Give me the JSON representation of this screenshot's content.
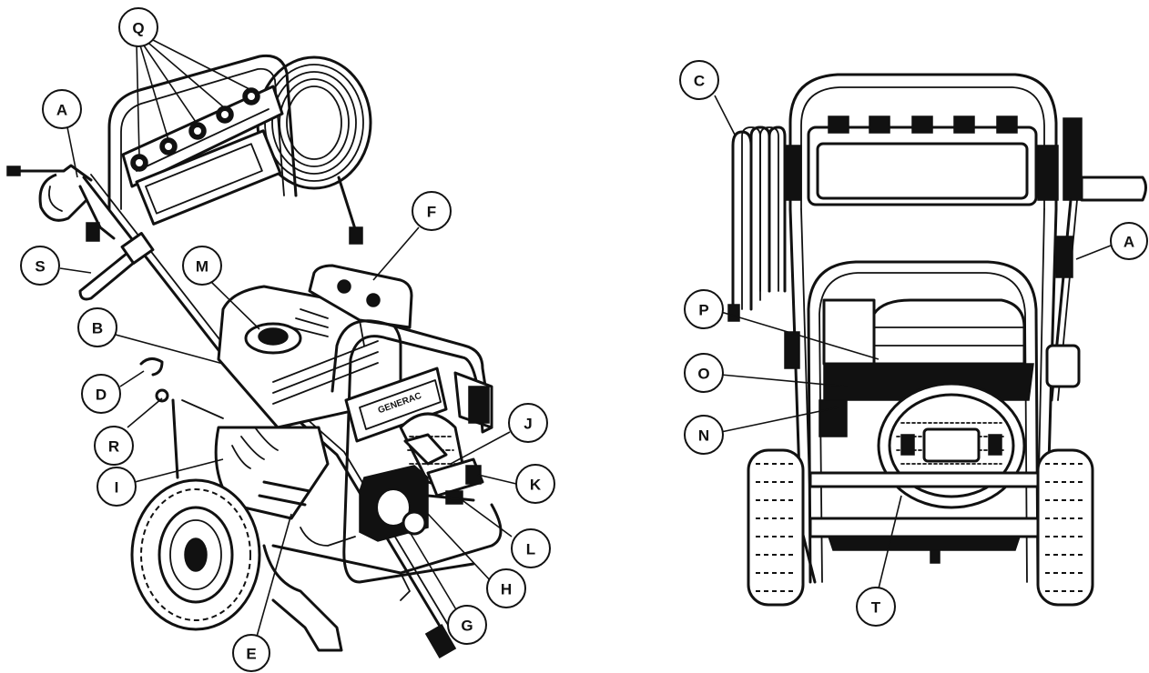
{
  "views": {
    "left": {
      "callouts": [
        {
          "id": "Q",
          "label": "Q"
        },
        {
          "id": "A",
          "label": "A"
        },
        {
          "id": "S",
          "label": "S"
        },
        {
          "id": "M",
          "label": "M"
        },
        {
          "id": "F",
          "label": "F"
        },
        {
          "id": "B",
          "label": "B"
        },
        {
          "id": "D",
          "label": "D"
        },
        {
          "id": "R",
          "label": "R"
        },
        {
          "id": "I",
          "label": "I"
        },
        {
          "id": "J",
          "label": "J"
        },
        {
          "id": "K",
          "label": "K"
        },
        {
          "id": "L",
          "label": "L"
        },
        {
          "id": "H",
          "label": "H"
        },
        {
          "id": "G",
          "label": "G"
        },
        {
          "id": "E",
          "label": "E"
        }
      ],
      "brand_text": "GENERAC"
    },
    "right": {
      "callouts": [
        {
          "id": "C",
          "label": "C"
        },
        {
          "id": "A2",
          "label": "A"
        },
        {
          "id": "P",
          "label": "P"
        },
        {
          "id": "O",
          "label": "O"
        },
        {
          "id": "N",
          "label": "N"
        },
        {
          "id": "T",
          "label": "T"
        }
      ]
    }
  },
  "colors": {
    "ink": "#111111",
    "background": "#ffffff"
  }
}
